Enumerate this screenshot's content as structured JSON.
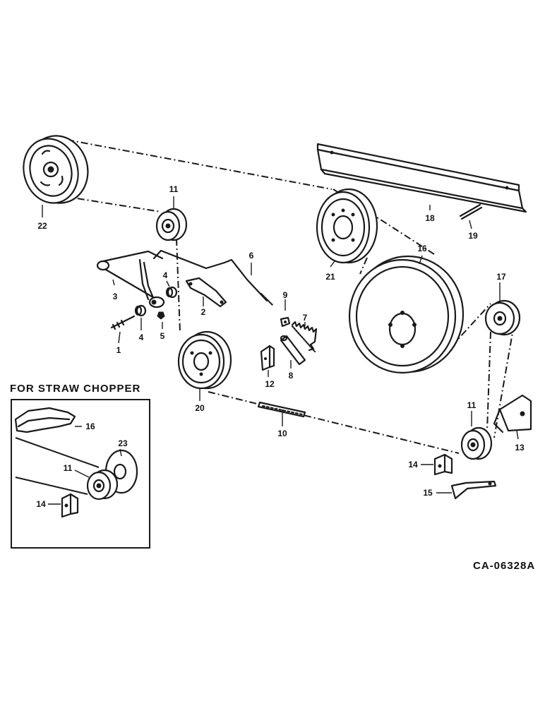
{
  "inset": {
    "title": "FOR STRAW CHOPPER"
  },
  "drawing_code": "CA-06328A",
  "labels": {
    "p1": "1",
    "p2": "2",
    "p3": "3",
    "p4a": "4",
    "p4b": "4",
    "p5": "5",
    "p6": "6",
    "p7": "7",
    "p8": "8",
    "p9": "9",
    "p10": "10",
    "p11a": "11",
    "p11b": "11",
    "p11c": "11",
    "p12": "12",
    "p13": "13",
    "p14a": "14",
    "p14b": "14",
    "p15": "15",
    "p16a": "16",
    "p16b": "16",
    "p17": "17",
    "p18": "18",
    "p19": "19",
    "p20": "20",
    "p21": "21",
    "p22": "22",
    "p23": "23"
  }
}
